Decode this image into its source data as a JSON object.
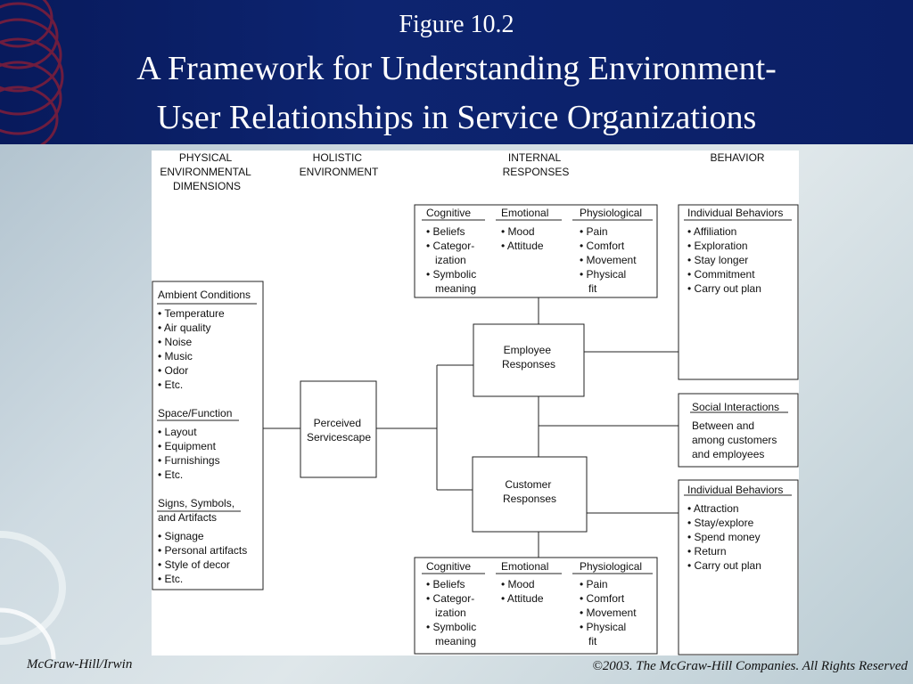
{
  "header": {
    "figure_number": "Figure 10.2",
    "title_line1": "A Framework for Understanding Environment-",
    "title_line2": "User Relationships in Service Organizations"
  },
  "columns": {
    "physical": [
      "PHYSICAL",
      "ENVIRONMENTAL",
      "DIMENSIONS"
    ],
    "holistic": [
      "HOLISTIC",
      "ENVIRONMENT"
    ],
    "internal": [
      "INTERNAL",
      "RESPONSES"
    ],
    "behavior": [
      "BEHAVIOR"
    ]
  },
  "dimensions": {
    "ambient_title": "Ambient Conditions",
    "ambient_items": [
      "• Temperature",
      "• Air quality",
      "• Noise",
      "• Music",
      "• Odor",
      "• Etc."
    ],
    "space_title": "Space/Function",
    "space_items": [
      "• Layout",
      "• Equipment",
      "• Furnishings",
      "• Etc."
    ],
    "signs_title": [
      "Signs, Symbols,",
      "and Artifacts"
    ],
    "signs_items": [
      "• Signage",
      "• Personal artifacts",
      "• Style of decor",
      "• Etc."
    ]
  },
  "perceived": [
    "Perceived",
    "Servicescape"
  ],
  "employee_responses": [
    "Employee",
    "Responses"
  ],
  "customer_responses": [
    "Customer",
    "Responses"
  ],
  "responses_top": {
    "cognitive_title": "Cognitive",
    "cognitive_items": [
      "• Beliefs",
      "• Categor-",
      "ization",
      "• Symbolic",
      "meaning"
    ],
    "emotional_title": "Emotional",
    "emotional_items": [
      "• Mood",
      "• Attitude"
    ],
    "physiological_title": "Physiological",
    "physiological_items": [
      "• Pain",
      "• Comfort",
      "• Movement",
      "• Physical",
      "fit"
    ]
  },
  "responses_bottom": {
    "cognitive_title": "Cognitive",
    "cognitive_items": [
      "• Beliefs",
      "• Categor-",
      "ization",
      "• Symbolic",
      "meaning"
    ],
    "emotional_title": "Emotional",
    "emotional_items": [
      "• Mood",
      "• Attitude"
    ],
    "physiological_title": "Physiological",
    "physiological_items": [
      "• Pain",
      "• Comfort",
      "• Movement",
      "• Physical",
      "fit"
    ]
  },
  "behavior_employee": {
    "title": "Individual Behaviors",
    "items": [
      "• Affiliation",
      "• Exploration",
      "• Stay longer",
      "• Commitment",
      "• Carry out plan"
    ]
  },
  "social": {
    "title": "Social Interactions",
    "lines": [
      "Between and",
      "among customers",
      "and employees"
    ]
  },
  "behavior_customer": {
    "title": "Individual Behaviors",
    "items": [
      "• Attraction",
      "• Stay/explore",
      "• Spend money",
      "• Return",
      "• Carry out plan"
    ]
  },
  "footer": {
    "left": "McGraw-Hill/Irwin",
    "right": "©2003. The McGraw-Hill Companies. All Rights Reserved"
  }
}
